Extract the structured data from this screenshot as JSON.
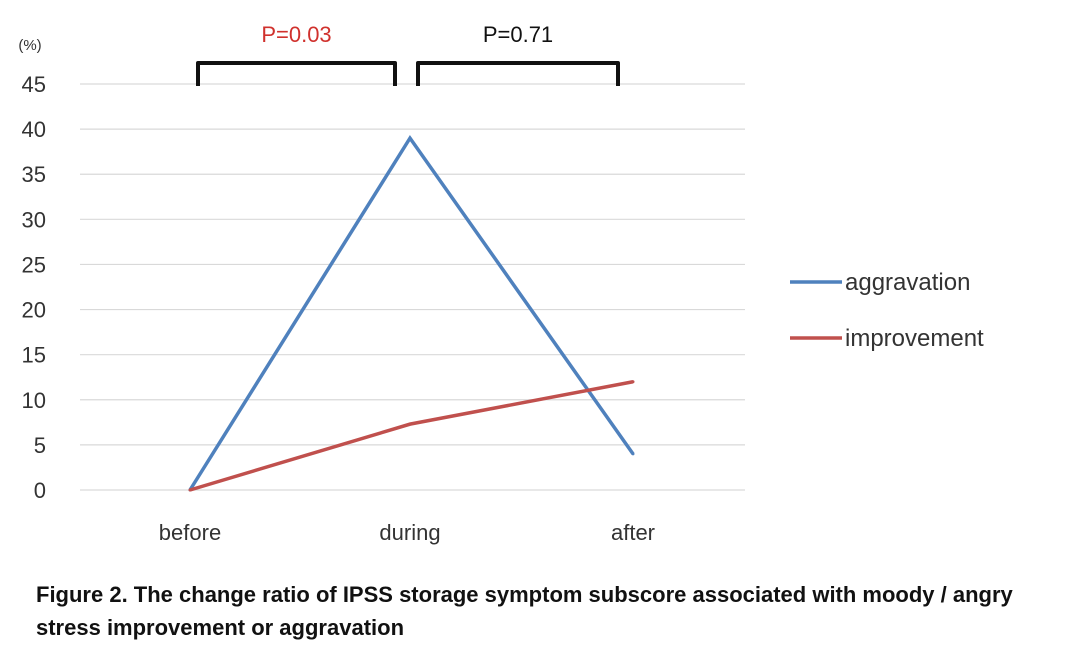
{
  "chart_data": {
    "type": "line",
    "categories": [
      "before",
      "during",
      "after"
    ],
    "series": [
      {
        "name": "aggravation",
        "color": "#4f81bd",
        "values": [
          0,
          39,
          4
        ]
      },
      {
        "name": "improvement",
        "color": "#c0504d",
        "values": [
          0,
          7.3,
          12
        ]
      }
    ],
    "ylim": [
      0,
      45
    ],
    "yticks": [
      "0",
      "5",
      "10",
      "15",
      "20",
      "25",
      "30",
      "35",
      "40",
      "45"
    ],
    "yunit": "(%)",
    "grid": true,
    "legend_position": "right",
    "annotations": [
      {
        "text": "P=0.03",
        "from": "before",
        "to": "during",
        "color": "#d0312d"
      },
      {
        "text": "P=0.71",
        "from": "during",
        "to": "after",
        "color": "#111111"
      }
    ]
  },
  "caption": "Figure 2. The change ratio of IPSS storage symptom subscore associated with moody / angry stress improvement or aggravation"
}
